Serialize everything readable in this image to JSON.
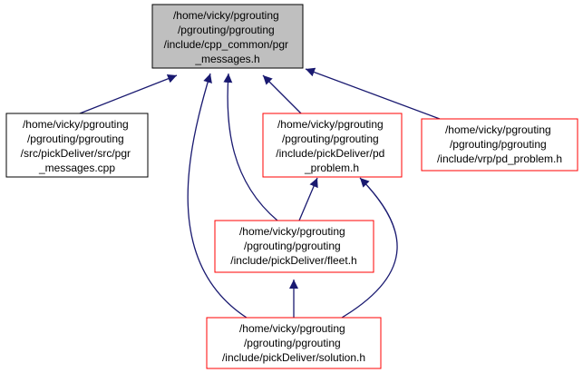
{
  "colors": {
    "root_fill": "#bfbfbf",
    "root_border": "#000000",
    "black_border": "#000000",
    "red_border": "#ff0000",
    "edge": "#191970",
    "text": "#000000"
  },
  "nodes": {
    "root": {
      "lines": [
        "/home/vicky/pgrouting",
        "/pgrouting/pgrouting",
        "/include/cpp_common/pgr",
        "_messages.h"
      ]
    },
    "pgr_messages_cpp": {
      "lines": [
        "/home/vicky/pgrouting",
        "/pgrouting/pgrouting",
        "/src/pickDeliver/src/pgr",
        "_messages.cpp"
      ]
    },
    "pd_problem_pickdeliver": {
      "lines": [
        "/home/vicky/pgrouting",
        "/pgrouting/pgrouting",
        "/include/pickDeliver/pd",
        "_problem.h"
      ]
    },
    "pd_problem_vrp": {
      "lines": [
        "/home/vicky/pgrouting",
        "/pgrouting/pgrouting",
        "/include/vrp/pd_problem.h"
      ]
    },
    "fleet": {
      "lines": [
        "/home/vicky/pgrouting",
        "/pgrouting/pgrouting",
        "/include/pickDeliver/fleet.h"
      ]
    },
    "solution": {
      "lines": [
        "/home/vicky/pgrouting",
        "/pgrouting/pgrouting",
        "/include/pickDeliver/solution.h"
      ]
    }
  }
}
